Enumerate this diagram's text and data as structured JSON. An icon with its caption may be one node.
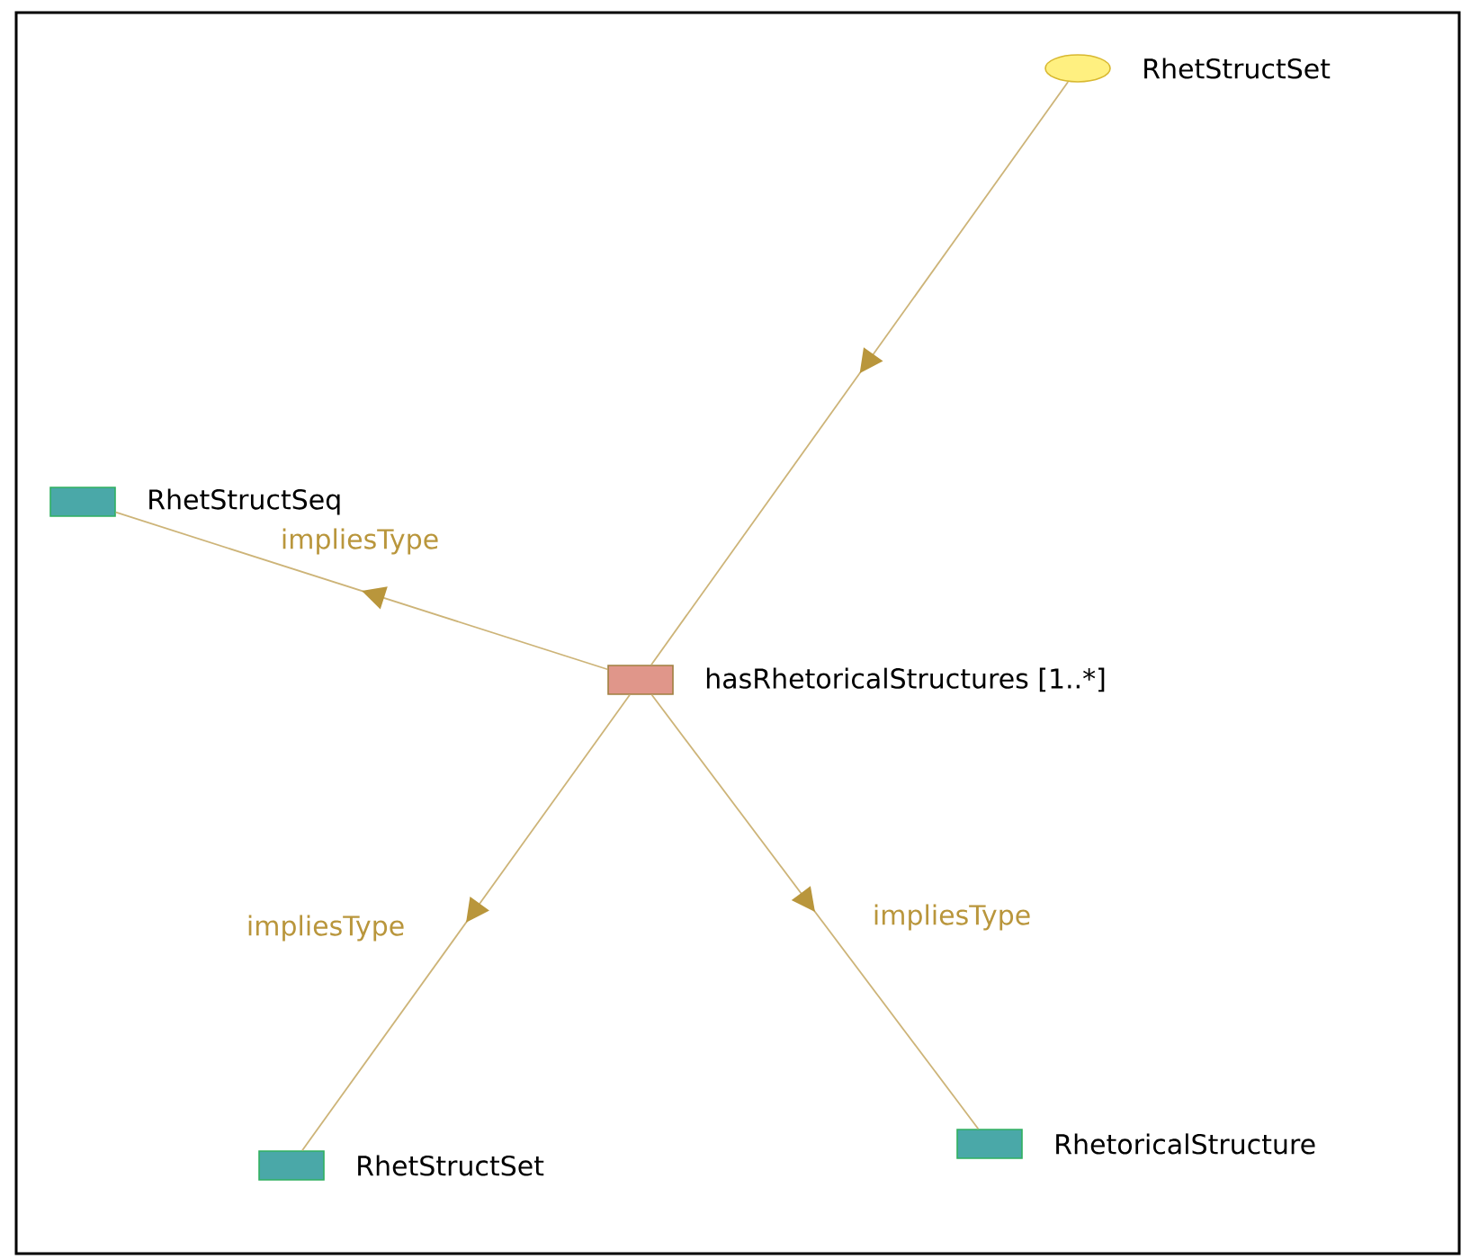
{
  "diagram": {
    "nodes": [
      {
        "text": [
          "RhetStructSet"
        ]
      },
      {
        "text": [
          "hasRhetoricalStructures [1..*]"
        ]
      },
      {
        "text": [
          "RhetStructSeq"
        ]
      },
      {
        "text": [
          "RhetStructSet"
        ]
      },
      {
        "text": [
          "RhetoricalStructure"
        ]
      }
    ],
    "edges": [
      {
        "from": 0,
        "to": 1,
        "arrow": "to"
      },
      {
        "from": 1,
        "to": 2,
        "arrow": "to",
        "label": "impliesType"
      },
      {
        "from": 1,
        "to": 3,
        "arrow": "to",
        "label": "impliesType"
      },
      {
        "from": 1,
        "to": 4,
        "arrow": "to",
        "label": "impliesType"
      }
    ]
  }
}
